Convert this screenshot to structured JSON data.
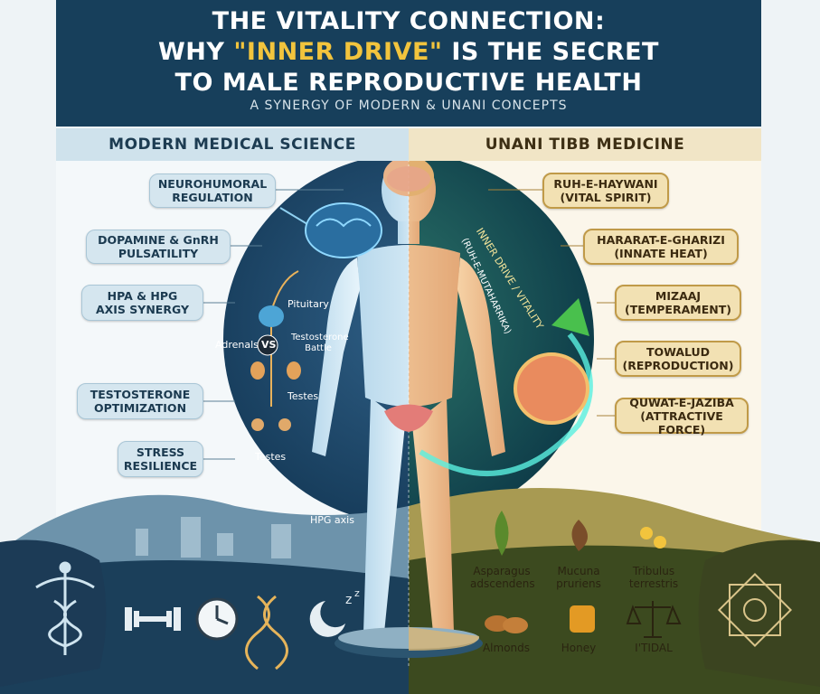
{
  "header": {
    "title_line1": "THE VITALITY CONNECTION:",
    "title_line2_pre": "WHY ",
    "title_line2_highlight": "\"INNER DRIVE\"",
    "title_line2_post": " IS THE SECRET",
    "title_line3": "TO MALE REPRODUCTIVE HEALTH",
    "subtitle": "A SYNERGY OF MODERN & UNANI CONCEPTS"
  },
  "left_column": {
    "heading": "MODERN MEDICAL SCIENCE",
    "items": [
      {
        "line1": "NEUROHUMORAL",
        "line2": "REGULATION"
      },
      {
        "line1": "DOPAMINE & GnRH",
        "line2": "PULSATILITY"
      },
      {
        "line1": "HPA & HPG",
        "line2": "AXIS SYNERGY"
      },
      {
        "line1": "TESTOSTERONE",
        "line2": "OPTIMIZATION"
      },
      {
        "line1": "STRESS",
        "line2": "RESILIENCE"
      }
    ],
    "diagram_labels": {
      "pituitary": "Pituitary",
      "adrenals": "Adrenals",
      "vs": "VS",
      "testosterone_battle": "Testosterone Battle",
      "testes_upper": "Testes",
      "testes_lower": "Testes",
      "hpg_axis": "HPG axis"
    }
  },
  "right_column": {
    "heading": "UNANI TIBB MEDICINE",
    "items": [
      {
        "line1": "RUH-E-HAYWANI",
        "line2": "(VITAL SPIRIT)"
      },
      {
        "line1": "HARARAT-E-GHARIZI",
        "line2": "(INNATE HEAT)"
      },
      {
        "line1": "MIZAAJ",
        "line2": "(TEMPERAMENT)"
      },
      {
        "line1": "TOWALUD",
        "line2": "(REPRODUCTION)"
      },
      {
        "line1": "QUWAT-E-JAZIBA",
        "line2": "(ATTRACTIVE FORCE)"
      }
    ],
    "arc_labels": {
      "inner_drive": "INNER DRIVE / VITALITY",
      "ruh": "(RUH-E-MUTAHARRIKA)"
    },
    "herbs": [
      {
        "line1": "Asparagus",
        "line2": "adscendens"
      },
      {
        "line1": "Mucuna",
        "line2": "pruriens"
      },
      {
        "line1": "Tribulus",
        "line2": "terrestris"
      },
      {
        "line1": "Almonds",
        "line2": ""
      },
      {
        "line1": "Honey",
        "line2": ""
      },
      {
        "line1": "I'TIDAL",
        "line2": ""
      }
    ]
  },
  "colors": {
    "banner": "#173f5b",
    "highlight": "#f2c43d",
    "left_accent": "#cfe2ec",
    "right_accent": "#f1e5c6",
    "right_border": "#c09a48"
  },
  "icons": [
    "atom-icon",
    "caduceus-icon",
    "dumbbell-icon",
    "clock-icon",
    "dna-icon",
    "moon-sleep-icon",
    "brain-icon",
    "scales-icon",
    "ornament-icon"
  ]
}
